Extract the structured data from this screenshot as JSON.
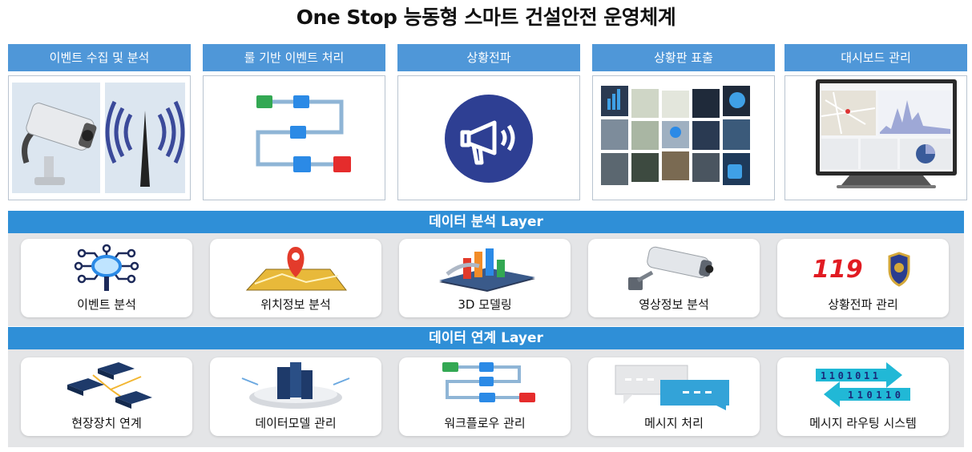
{
  "title": "One Stop 능동형 스마트 건설안전 운영체계",
  "modules": [
    {
      "label": "이벤트 수집 및 분석",
      "icons": [
        "cctv-camera-icon",
        "radio-antenna-icon"
      ]
    },
    {
      "label": "룰 기반 이벤트 처리",
      "icons": [
        "flowchart-icon"
      ]
    },
    {
      "label": "상황전파",
      "icons": [
        "megaphone-icon"
      ]
    },
    {
      "label": "상황판 표출",
      "icons": [
        "video-wall-icon"
      ]
    },
    {
      "label": "대시보드 관리",
      "icons": [
        "dashboard-monitor-icon"
      ]
    }
  ],
  "analysis_layer": {
    "title": "데이터 분석 Layer",
    "items": [
      {
        "label": "이벤트 분석",
        "icon": "network-hub-icon"
      },
      {
        "label": "위치정보 분석",
        "icon": "map-pin-icon"
      },
      {
        "label": "3D 모델링",
        "icon": "3d-bar-chart-icon"
      },
      {
        "label": "영상정보 분석",
        "icon": "security-camera-icon"
      },
      {
        "label": "상황전파 관리",
        "icon": "emergency-police-icon",
        "emblem_text": "119"
      }
    ]
  },
  "link_layer": {
    "title": "데이터 연계 Layer",
    "items": [
      {
        "label": "현장장치 연계",
        "icon": "network-devices-icon"
      },
      {
        "label": "데이터모델 관리",
        "icon": "data-center-icon"
      },
      {
        "label": "워크플로우 관리",
        "icon": "workflow-icon"
      },
      {
        "label": "메시지 처리",
        "icon": "chat-bubbles-icon"
      },
      {
        "label": "메시지 라우팅 시스템",
        "icon": "data-routing-icon",
        "emblem_text": [
          "1101011",
          "110110"
        ]
      }
    ]
  },
  "colors": {
    "header": "#4f97d8",
    "band": "#2f8fd7",
    "tray": "#e4e5e7"
  }
}
